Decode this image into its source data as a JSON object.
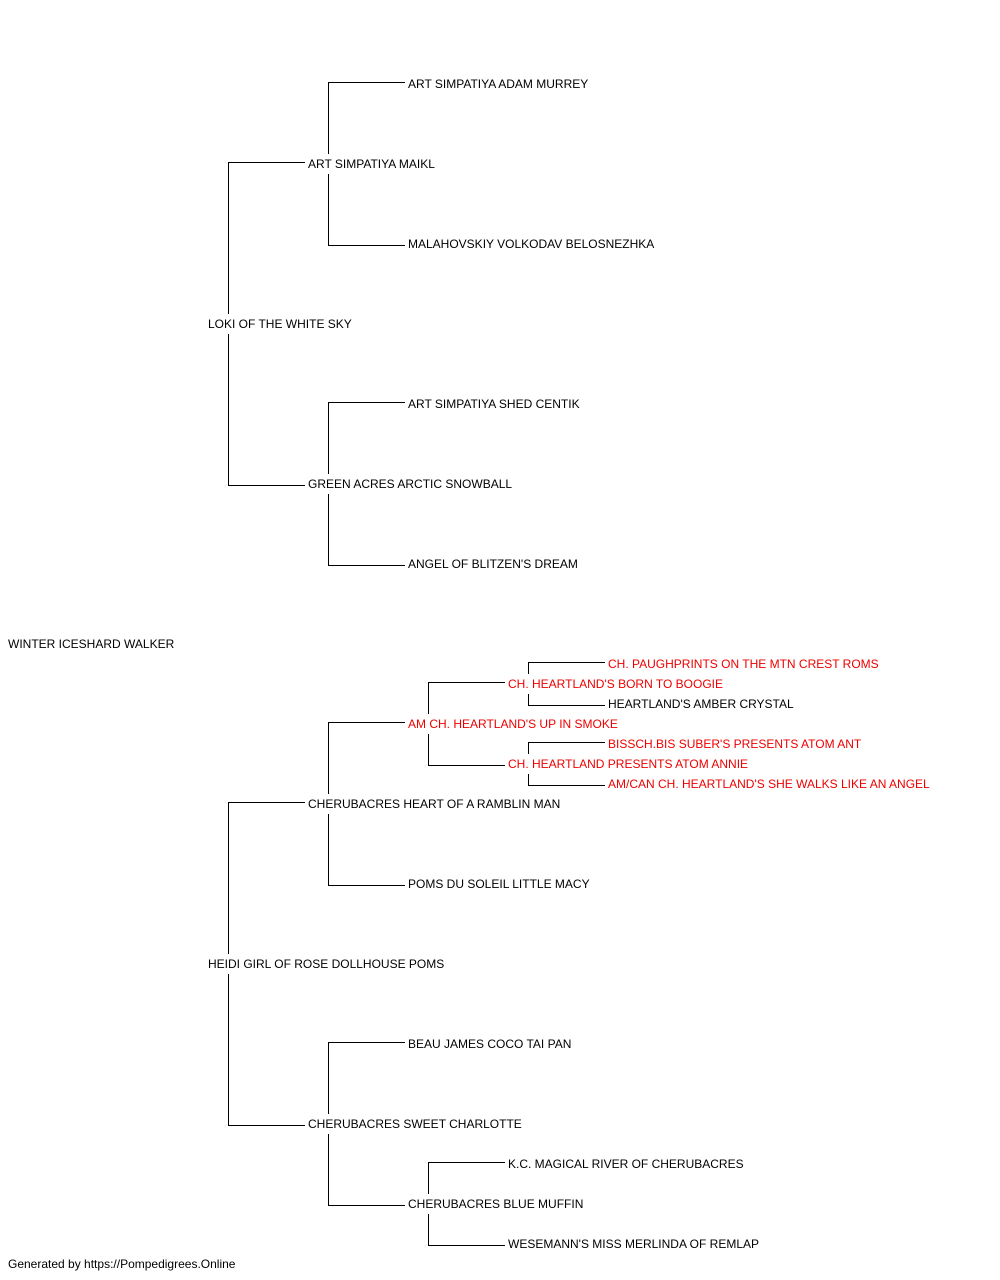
{
  "pedigree": {
    "subject": "WINTER ICESHARD WALKER",
    "sire": "LOKI OF THE WHITE SKY",
    "sire_sire": "ART SIMPATIYA MAIKL",
    "sire_sire_sire": "ART SIMPATIYA ADAM MURREY",
    "sire_sire_dam": "MALAHOVSKIY VOLKODAV BELOSNEZHKA",
    "sire_dam": "GREEN ACRES ARCTIC SNOWBALL",
    "sire_dam_sire": "ART SIMPATIYA SHED CENTIK",
    "sire_dam_dam": "ANGEL OF BLITZEN'S DREAM",
    "dam": "HEIDI GIRL OF ROSE DOLLHOUSE POMS",
    "dam_sire": "CHERUBACRES HEART OF A RAMBLIN MAN",
    "dam_sire_sire": "AM CH. HEARTLAND'S UP IN SMOKE",
    "dam_sire_sire_sire": "CH. HEARTLAND'S BORN TO BOOGIE",
    "dam_sire_sire_sire_sire": "CH. PAUGHPRINTS ON THE MTN CREST ROMS",
    "dam_sire_sire_sire_dam": "HEARTLAND'S AMBER CRYSTAL",
    "dam_sire_sire_dam": "CH. HEARTLAND PRESENTS ATOM ANNIE",
    "dam_sire_sire_dam_sire": "BISSCH.BIS SUBER'S PRESENTS ATOM ANT",
    "dam_sire_sire_dam_dam": "AM/CAN CH. HEARTLAND'S SHE WALKS LIKE AN ANGEL",
    "dam_sire_dam": "POMS DU SOLEIL LITTLE MACY",
    "dam_dam": "CHERUBACRES SWEET CHARLOTTE",
    "dam_dam_sire": "BEAU JAMES COCO TAI PAN",
    "dam_dam_dam": "CHERUBACRES BLUE MUFFIN",
    "dam_dam_dam_sire": "K.C. MAGICAL RIVER OF CHERUBACRES",
    "dam_dam_dam_dam": "WESEMANN'S MISS MERLINDA OF REMLAP"
  },
  "colors": {
    "champion": "#ee0000",
    "normal": "#000000",
    "line": "#000000"
  },
  "footer": "Generated by https://Pompedigrees.Online"
}
